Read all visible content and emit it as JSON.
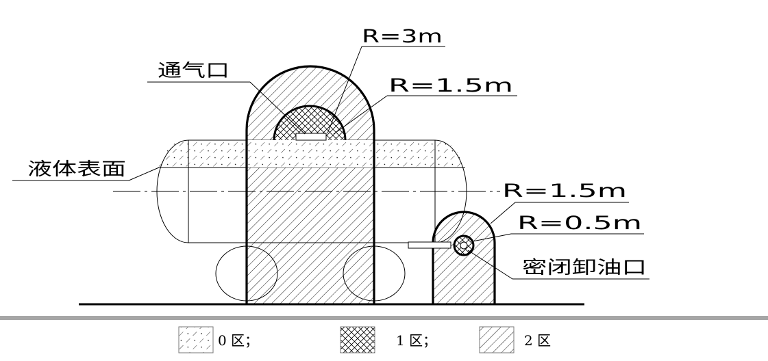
{
  "labels": {
    "vent": "通气口",
    "liquid_surface": "液体表面",
    "r_3m": "R=3m",
    "r_1_5m_top": "R=1.5m",
    "r_1_5m_right": "R=1.5m",
    "r_0_5m": "R=0.5m",
    "sealed_unloading": "密闭卸油口"
  },
  "legend": [
    {
      "pattern": "zone-0-pattern",
      "text": "0 区；"
    },
    {
      "pattern": "zone-1-pattern",
      "text": "1 区；"
    },
    {
      "pattern": "zone-2-pattern",
      "text": "2 区"
    }
  ]
}
